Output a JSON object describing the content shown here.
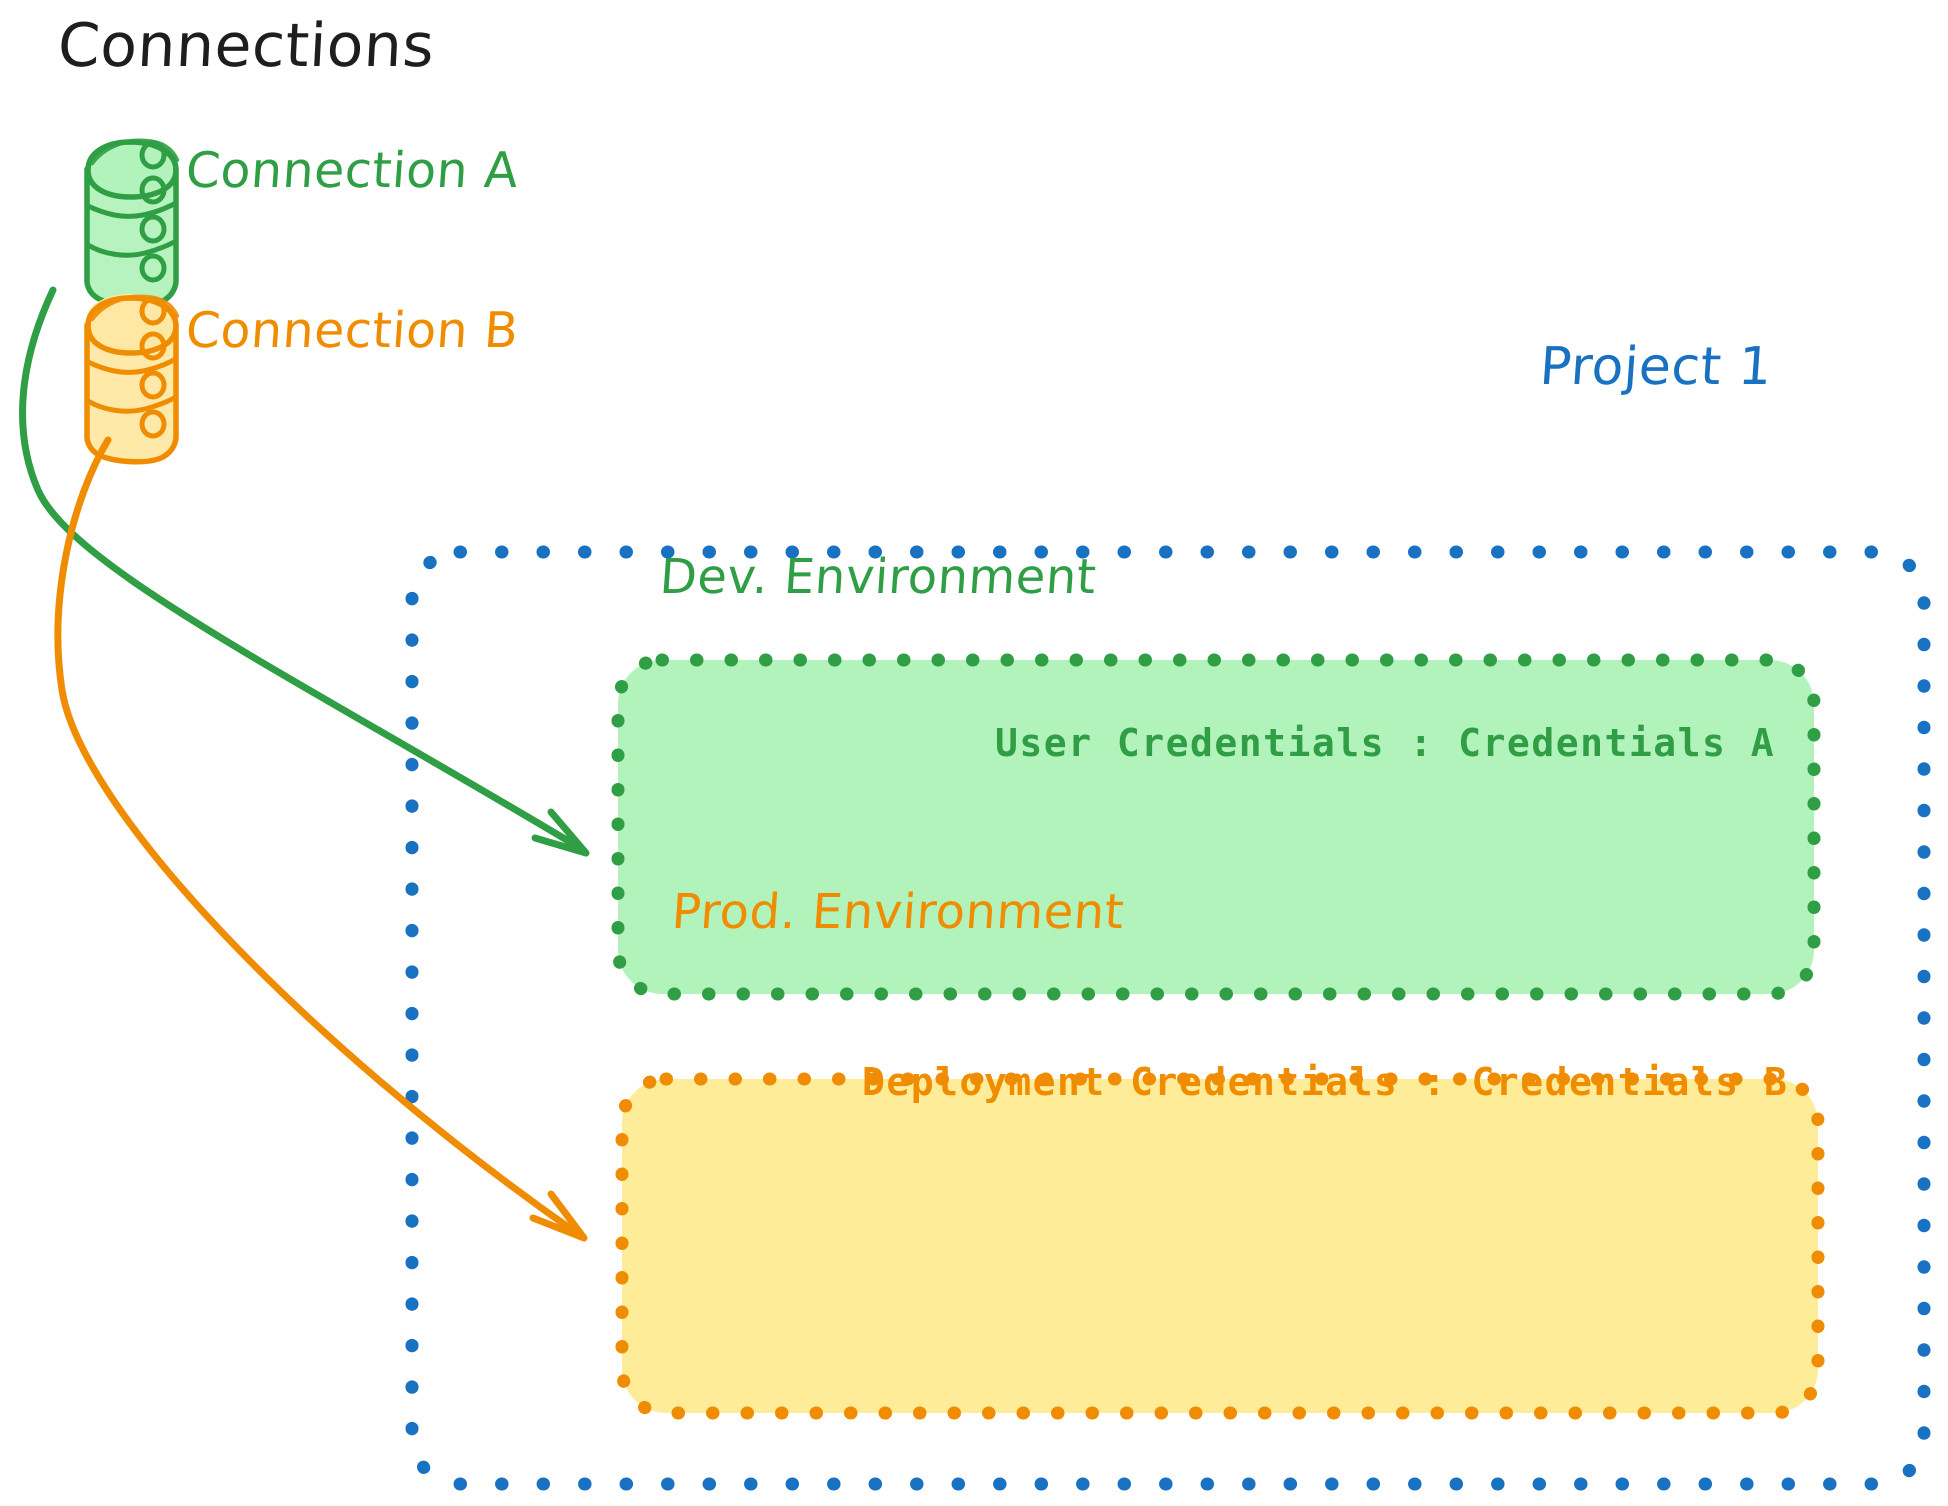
{
  "diagram": {
    "type": "architecture-diagram",
    "title": "Connections",
    "background": "#ffffff"
  },
  "connections": {
    "heading": "Connections",
    "heading_color": "#1e1e1e",
    "items": [
      {
        "id": "connection-a",
        "label": "Connection A",
        "color": "#2f9e44",
        "fill": "#b2f2bb",
        "icon": "database-cylinder-icon",
        "target": "dev-environment"
      },
      {
        "id": "connection-b",
        "label": "Connection B",
        "color": "#f08c00",
        "fill": "#ffe8a3",
        "icon": "database-cylinder-icon",
        "target": "prod-environment"
      }
    ]
  },
  "project": {
    "label": "Project 1",
    "color": "#1971c2",
    "border_style": "dotted",
    "environments": [
      {
        "id": "dev-environment",
        "title": "Dev. Environment",
        "color": "#2f9e44",
        "fill": "#b2f2bb",
        "border_style": "dotted",
        "credential_key": "User Credentials",
        "credential_separator": ":",
        "credential_value": "Credentials A",
        "credential_text": "User Credentials : Credentials A"
      },
      {
        "id": "prod-environment",
        "title": "Prod. Environment",
        "color": "#f08c00",
        "fill": "#ffec99",
        "border_style": "dotted",
        "credential_key": "Deployment Credentials",
        "credential_separator": ":",
        "credential_value": "Credentials B",
        "credential_text": "Deployment Credentials : Credentials B"
      }
    ]
  },
  "arrows": [
    {
      "id": "arrow-connection-a-to-dev",
      "from": "connection-a",
      "to": "dev-environment",
      "color": "#2f9e44"
    },
    {
      "id": "arrow-connection-b-to-prod",
      "from": "connection-b",
      "to": "prod-environment",
      "color": "#f08c00"
    }
  ],
  "colors": {
    "green_stroke": "#2f9e44",
    "green_fill": "#b2f2bb",
    "orange_stroke": "#f08c00",
    "orange_fill_db": "#ffe8a3",
    "orange_fill_box": "#ffec99",
    "blue_stroke": "#1971c2",
    "black": "#1e1e1e"
  }
}
